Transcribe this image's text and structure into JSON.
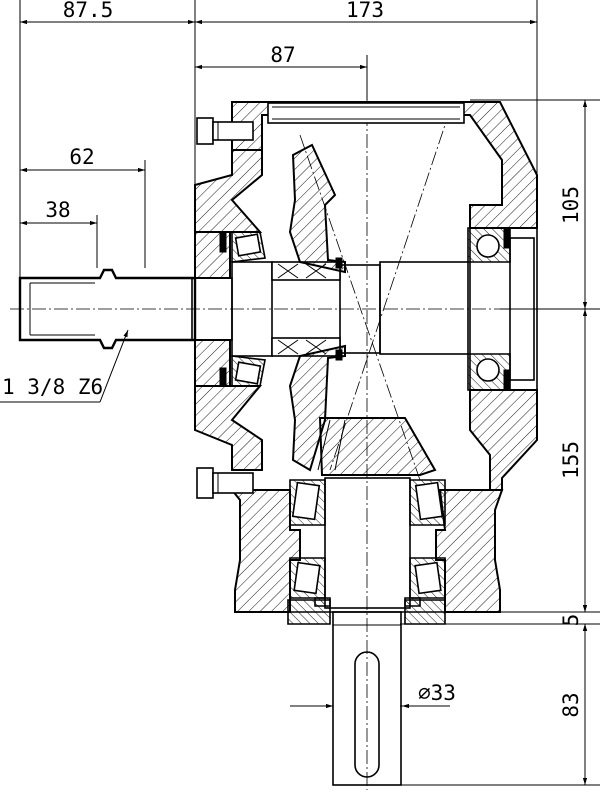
{
  "dimensions": {
    "top_left": "87.5",
    "top_right": "173",
    "mid_top": "87",
    "left_62": "62",
    "left_38": "38",
    "spline": "1 3/8 Z6",
    "right_105": "105",
    "right_155": "155",
    "right_5": "5",
    "shaft_dia": "⌀33",
    "right_83": "83"
  }
}
